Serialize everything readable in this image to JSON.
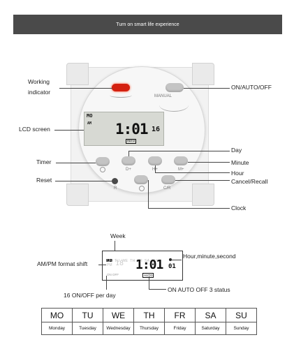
{
  "banner": {
    "text": "Turn on smart life experience"
  },
  "labels": {
    "working_indicator_1": "Working",
    "working_indicator_2": "indicator",
    "on_auto_off": "ON/AUTO/OFF",
    "lcd_screen": "LCD screen",
    "timer": "Timer",
    "reset": "Reset",
    "day": "Day",
    "minute": "Minute",
    "hour": "Hour",
    "cancel_recall": "Cancel/Recall",
    "clock": "Clock"
  },
  "device": {
    "manual_label": "MANUAL",
    "lcd": {
      "day": "MO",
      "ampm": "AM",
      "time": "1:01",
      "seconds": "16",
      "mode": "AUTO"
    },
    "buttons": {
      "day": "D+",
      "hour": "H+",
      "minute": "M+",
      "reset": "R",
      "cancel": "C/R"
    }
  },
  "panel2": {
    "week": "Week",
    "ampm_shift": "AM/PM format shift",
    "hms": "Hour,minute,second",
    "onoff": "16 ON/OFF per day",
    "status": "ON AUTO OFF 3 status",
    "lcd": {
      "days": [
        "MO",
        "TU",
        "WE",
        "TH",
        "FR",
        "SA",
        "SU"
      ],
      "am": "AM",
      "pm": "PM",
      "time": "1:01",
      "seconds": "01",
      "on_off": "ON OFF",
      "mode": "AUTO"
    }
  },
  "weekdays": [
    {
      "abbr": "MO",
      "name": "Monday"
    },
    {
      "abbr": "TU",
      "name": "Tuesday"
    },
    {
      "abbr": "WE",
      "name": "Wednesday"
    },
    {
      "abbr": "TH",
      "name": "Thursday"
    },
    {
      "abbr": "FR",
      "name": "Friday"
    },
    {
      "abbr": "SA",
      "name": "Saturday"
    },
    {
      "abbr": "SU",
      "name": "Sunday"
    }
  ]
}
